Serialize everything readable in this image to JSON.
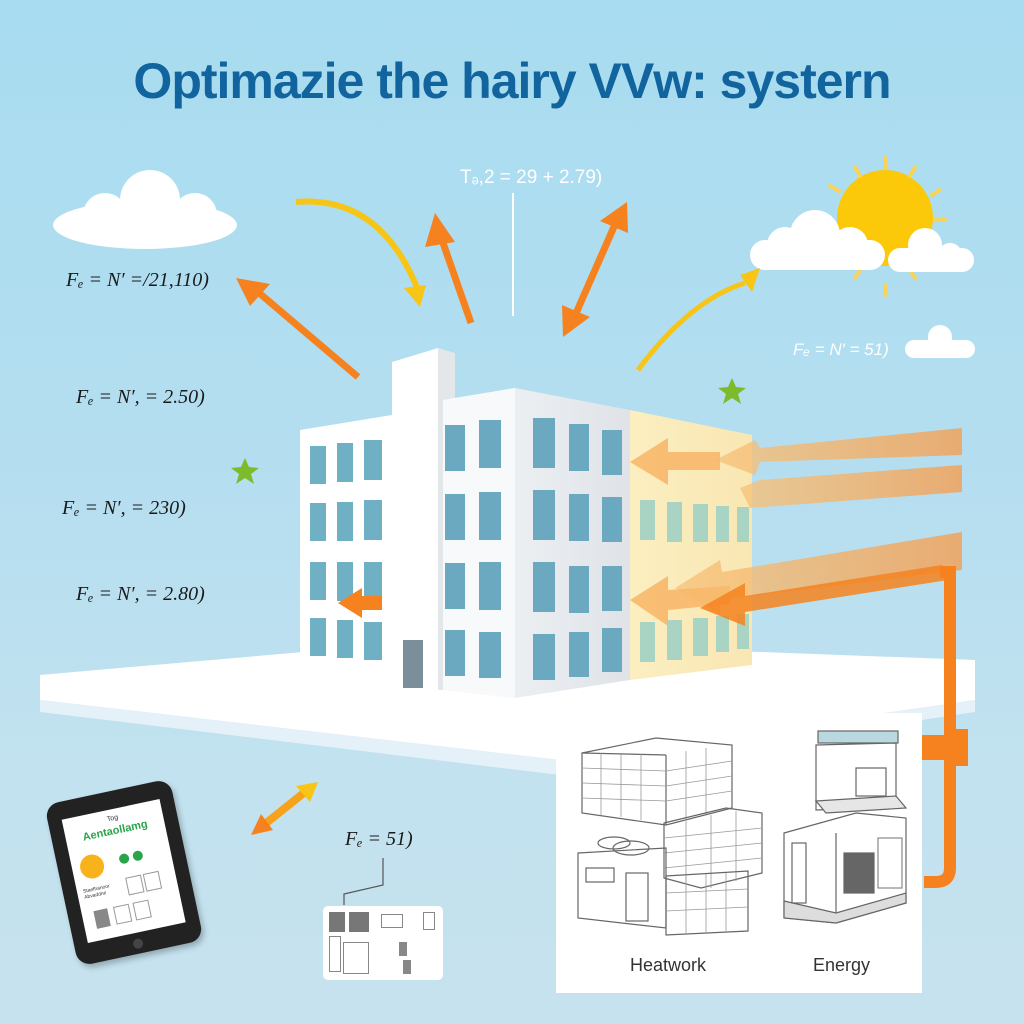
{
  "title": "Optimazie the hairy VVw: systern",
  "formulas": {
    "top_center": "Tₔ,2 = 29 + 2.79)",
    "left_1": "Fₑ = N′ =/21,110)",
    "left_2": "Fₑ = N′, = 2.50)",
    "left_3": "Fₑ = N′, = 230)",
    "left_4": "Fₑ = N′, = 2.80)",
    "right_1": "Fₑ = N′ = 51)",
    "bottom_center": "Fₑ = 51)"
  },
  "equipment_panel": {
    "labels": [
      "Heatwork",
      "Energy"
    ]
  },
  "tablet": {
    "heading_small": "Tog",
    "heading": "Aentaollamg",
    "caption": "Staefhanoor Abvaddne"
  },
  "colors": {
    "title": "#11649e",
    "sky": "#a8dcf0",
    "arrow_orange": "#f5821f",
    "arrow_yellow": "#f7c516",
    "sun": "#fcc80a",
    "window": "#6fb0c4",
    "star": "#7dbb2a",
    "heat_band": "#f2a660"
  }
}
